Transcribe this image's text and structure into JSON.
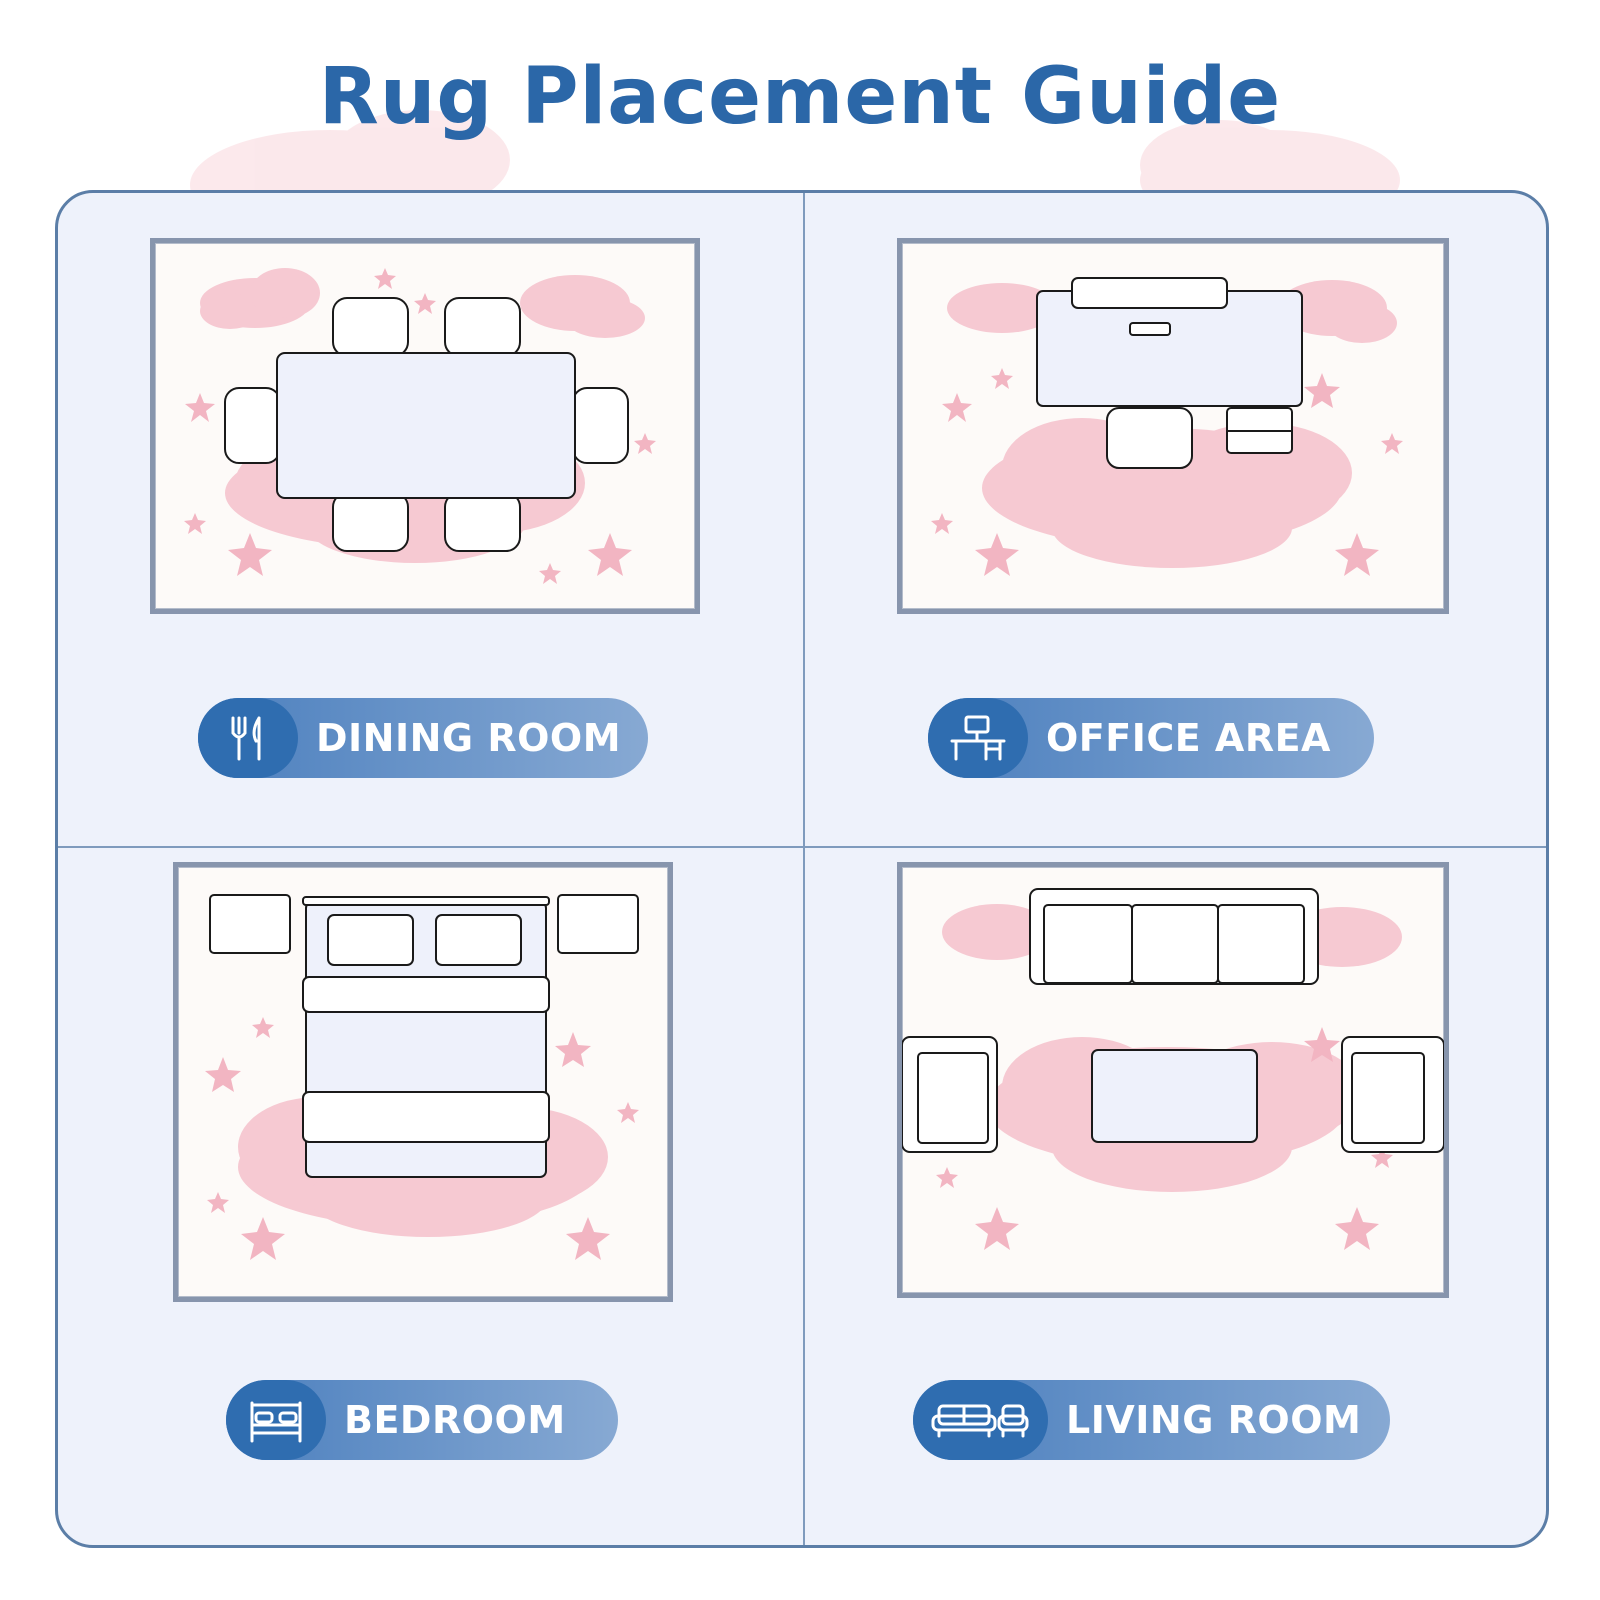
{
  "title": "Rug Placement Guide",
  "colors": {
    "accent": "#2b67a8",
    "pill_dark": "#2f6db0",
    "pill_light": "#87a9d3",
    "cloud": "#f6c9d2",
    "star": "#f2b5c2"
  },
  "sections": [
    {
      "label": "DINING ROOM",
      "icon": "fork-knife-icon"
    },
    {
      "label": "OFFICE AREA",
      "icon": "desk-computer-icon"
    },
    {
      "label": "BEDROOM",
      "icon": "bed-icon"
    },
    {
      "label": "LIVING ROOM",
      "icon": "sofa-armchair-icon"
    }
  ]
}
